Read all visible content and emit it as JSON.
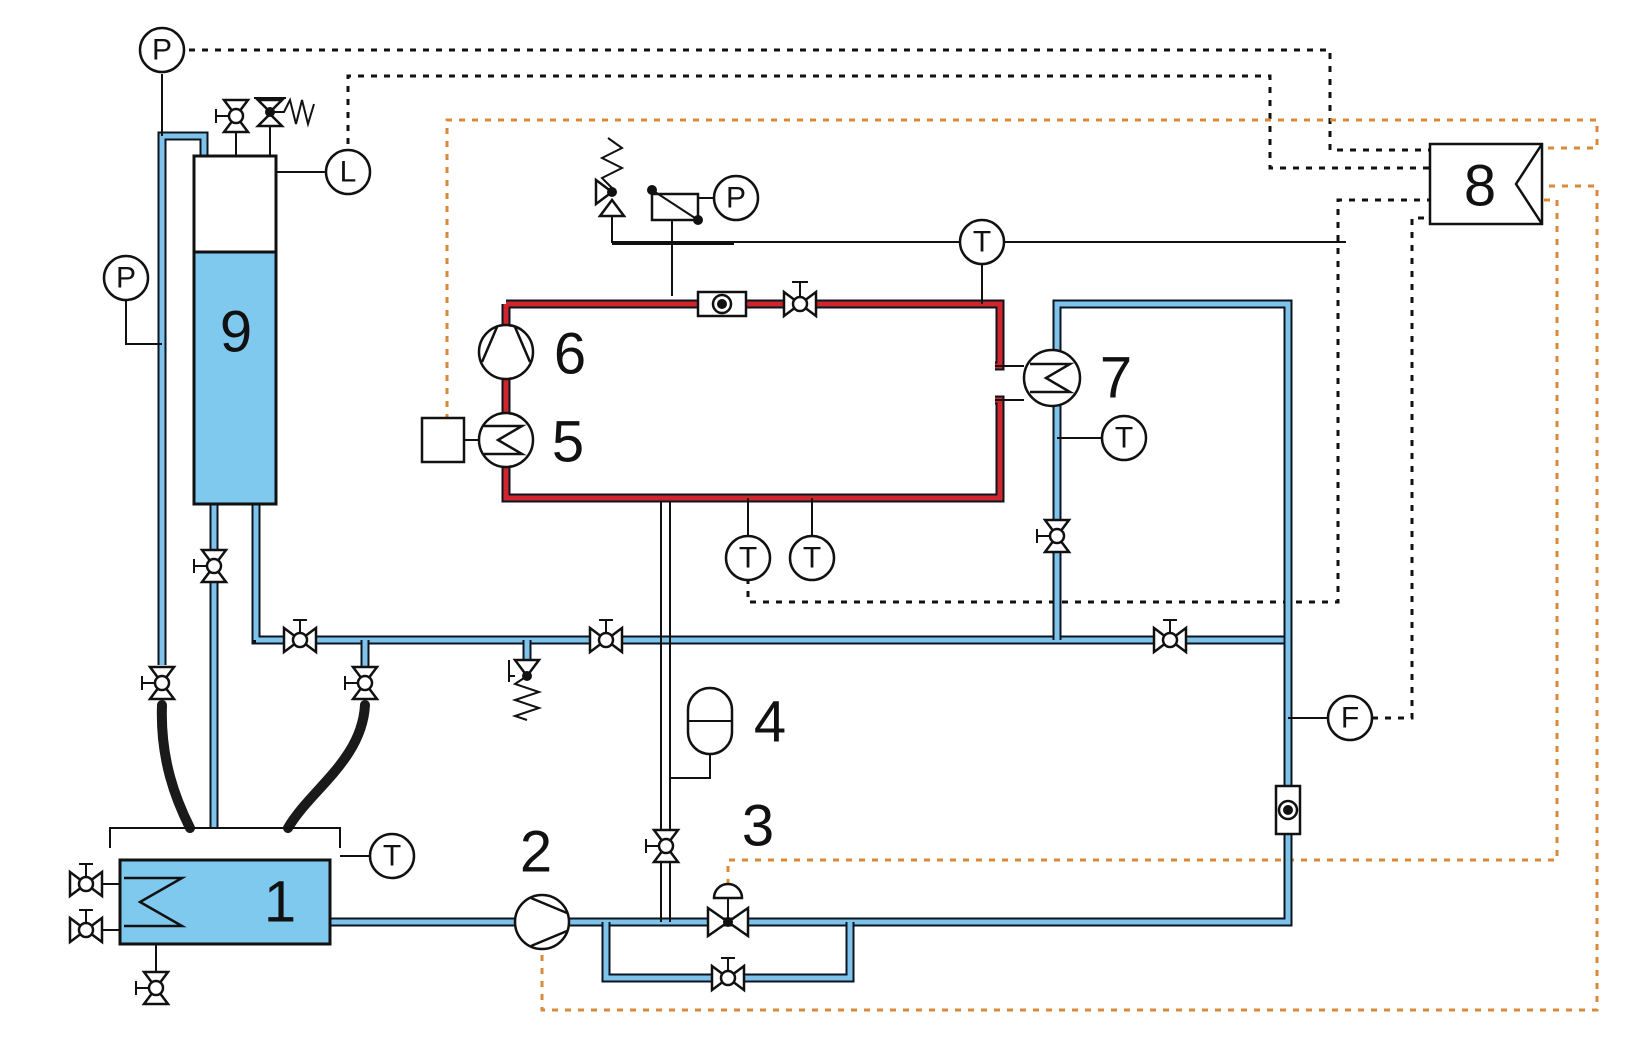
{
  "labels": {
    "reservoir": "1",
    "main_pump": "2",
    "control_valve": "3",
    "expansion_vessel": "4",
    "heater_exchanger": "5",
    "circulation_pump": "6",
    "heat_exchanger": "7",
    "controller": "8",
    "expansion_tank": "9"
  },
  "instruments": {
    "pressure": "P",
    "level": "L",
    "temperature": "T",
    "flow": "F"
  },
  "colors": {
    "water_pipe": "#7fc3ea",
    "tank_water": "#7fc8ee",
    "hot_loop": "#d0252a",
    "power_line": "#d8893a",
    "signal_line": "#111111"
  }
}
